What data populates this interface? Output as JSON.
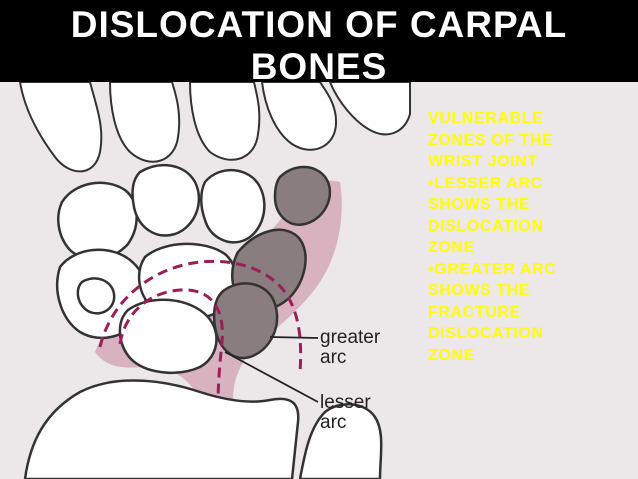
{
  "title": {
    "line1": "DISLOCATION OF CARPAL",
    "line2": "BONES"
  },
  "description": {
    "lines": [
      "VULNERABLE",
      "ZONES OF THE",
      "WRIST JOINT",
      "•LESSER ARC",
      "SHOWS THE",
      "DISLOCATION",
      "ZONE",
      "•GREATER ARC",
      "SHOWS THE",
      "FRACTURE",
      "DISLOCATION",
      "ZONE"
    ]
  },
  "labels": {
    "greater_arc": [
      "greater",
      "arc"
    ],
    "lesser_arc": [
      "lesser",
      "arc"
    ]
  },
  "colors": {
    "background": "#000000",
    "title": "#ffffff",
    "description": "#ffff00",
    "illustration_bg": "#ece8ea",
    "zone_fill": "#d6a8b8",
    "bone_fill": "#ffffff",
    "shaded_bone": "#8a7d80",
    "arc_dash": "#9b1f55",
    "outline": "#333333"
  }
}
